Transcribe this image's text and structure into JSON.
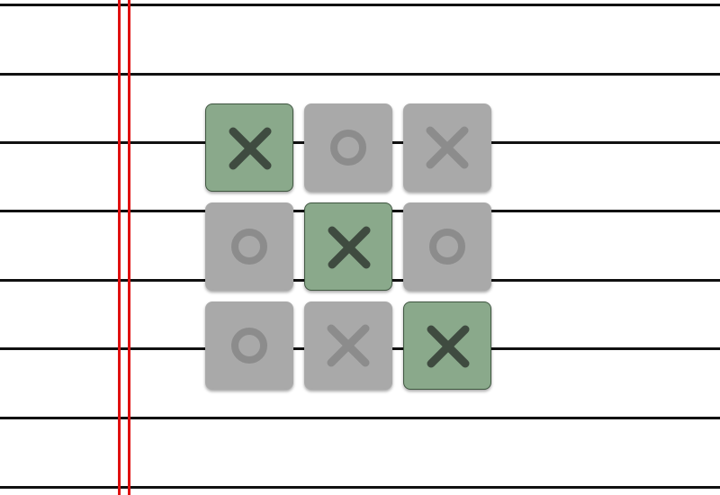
{
  "game": {
    "board": [
      [
        "X",
        "O",
        "X"
      ],
      [
        "O",
        "X",
        "O"
      ],
      [
        "O",
        "X",
        "X"
      ]
    ],
    "winning_cells": [
      [
        0,
        0
      ],
      [
        1,
        1
      ],
      [
        2,
        2
      ]
    ],
    "winner": "X"
  },
  "colors": {
    "paper": "#ffffff",
    "rule_line": "#111111",
    "margin_line": "#e01010",
    "cell": "#a9a9a9",
    "cell_winning": "#8aa98b",
    "mark": "#8c8c8c",
    "mark_winning": "#3f4b40"
  }
}
